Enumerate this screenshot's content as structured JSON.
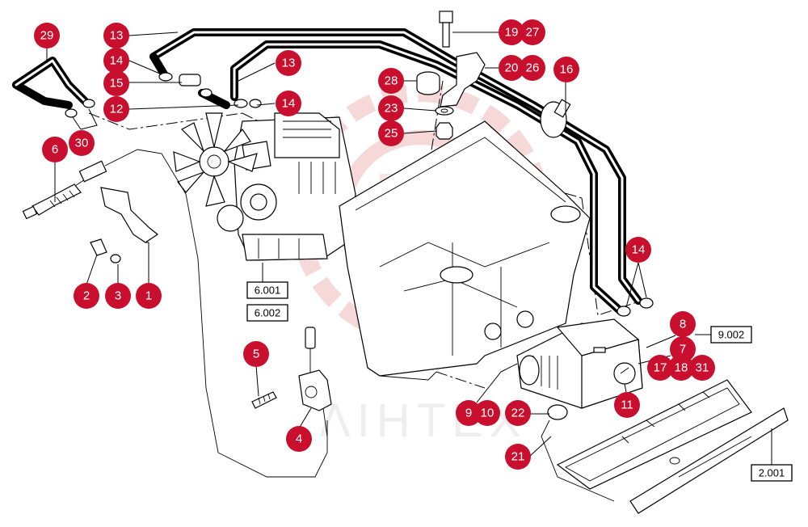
{
  "watermark": {
    "text": "ΛIHTEX"
  },
  "callouts": [
    {
      "id": "c29",
      "label": "29"
    },
    {
      "id": "c13a",
      "label": "13"
    },
    {
      "id": "c14a",
      "label": "14"
    },
    {
      "id": "c15",
      "label": "15"
    },
    {
      "id": "c12",
      "label": "12"
    },
    {
      "id": "c30",
      "label": "30"
    },
    {
      "id": "c6",
      "label": "6"
    },
    {
      "id": "c13b",
      "label": "13"
    },
    {
      "id": "c14b",
      "label": "14"
    },
    {
      "id": "c19",
      "label": "19"
    },
    {
      "id": "c27",
      "label": "27"
    },
    {
      "id": "c20",
      "label": "20"
    },
    {
      "id": "c26",
      "label": "26"
    },
    {
      "id": "c16",
      "label": "16"
    },
    {
      "id": "c28",
      "label": "28"
    },
    {
      "id": "c23",
      "label": "23"
    },
    {
      "id": "c25",
      "label": "25"
    },
    {
      "id": "c2",
      "label": "2"
    },
    {
      "id": "c3",
      "label": "3"
    },
    {
      "id": "c1",
      "label": "1"
    },
    {
      "id": "c14c",
      "label": "14"
    },
    {
      "id": "c8",
      "label": "8"
    },
    {
      "id": "c7",
      "label": "7"
    },
    {
      "id": "c17",
      "label": "17"
    },
    {
      "id": "c18",
      "label": "18"
    },
    {
      "id": "c31",
      "label": "31"
    },
    {
      "id": "c5",
      "label": "5"
    },
    {
      "id": "c4",
      "label": "4"
    },
    {
      "id": "c11",
      "label": "11"
    },
    {
      "id": "c9",
      "label": "9"
    },
    {
      "id": "c10",
      "label": "10"
    },
    {
      "id": "c22",
      "label": "22"
    },
    {
      "id": "c21",
      "label": "21"
    }
  ],
  "references": [
    {
      "id": "r6001",
      "label": "6.001"
    },
    {
      "id": "r6002",
      "label": "6.002"
    },
    {
      "id": "r9002",
      "label": "9.002"
    },
    {
      "id": "r2001",
      "label": "2.001"
    }
  ],
  "colors": {
    "callout": "#c8102e",
    "watermark": "#f2c9c9",
    "line": "#000000"
  }
}
